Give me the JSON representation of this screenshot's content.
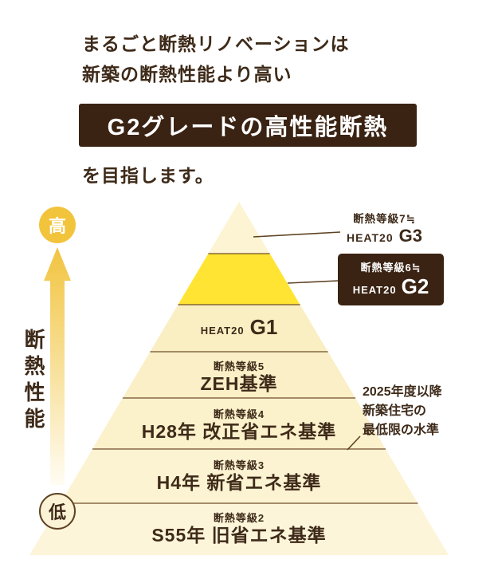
{
  "title": {
    "line1": "まるごと断熱リノベーションは",
    "line2": "新築の断熱性能より高い",
    "highlight": "G2グレードの高性能断熱",
    "suffix": "を目指します。"
  },
  "axis": {
    "high": "高",
    "low": "低",
    "label": "断熱性能"
  },
  "pyramid": {
    "g1": {
      "brand": "HEAT20",
      "tier": "G1"
    },
    "zeh": {
      "grade": "断熱等級5",
      "name": "ZEH基準"
    },
    "h28": {
      "grade": "断熱等級4",
      "name": "H28年 改正省エネ基準"
    },
    "h4": {
      "grade": "断熱等級3",
      "name": "H4年 新省エネ基準"
    },
    "s55": {
      "grade": "断熱等級2",
      "name": "S55年 旧省エネ基準"
    }
  },
  "callouts": {
    "g3": {
      "grade": "断熱等級7≒",
      "brand": "HEAT20",
      "tier": "G3"
    },
    "g2": {
      "grade": "断熱等級6≒",
      "brand": "HEAT20",
      "tier": "G2"
    },
    "note": {
      "line1": "2025年度以降",
      "line2": "新築住宅の",
      "line3": "最低限の水準"
    }
  },
  "colors": {
    "dark_brown": "#3A2313",
    "text_brown": "#3E2A19",
    "band_cream": "#FBF1C9",
    "band_yellow": "#FFE433",
    "gold_circle": "#F2C43C",
    "divider_brown": "#6F4E2C"
  }
}
